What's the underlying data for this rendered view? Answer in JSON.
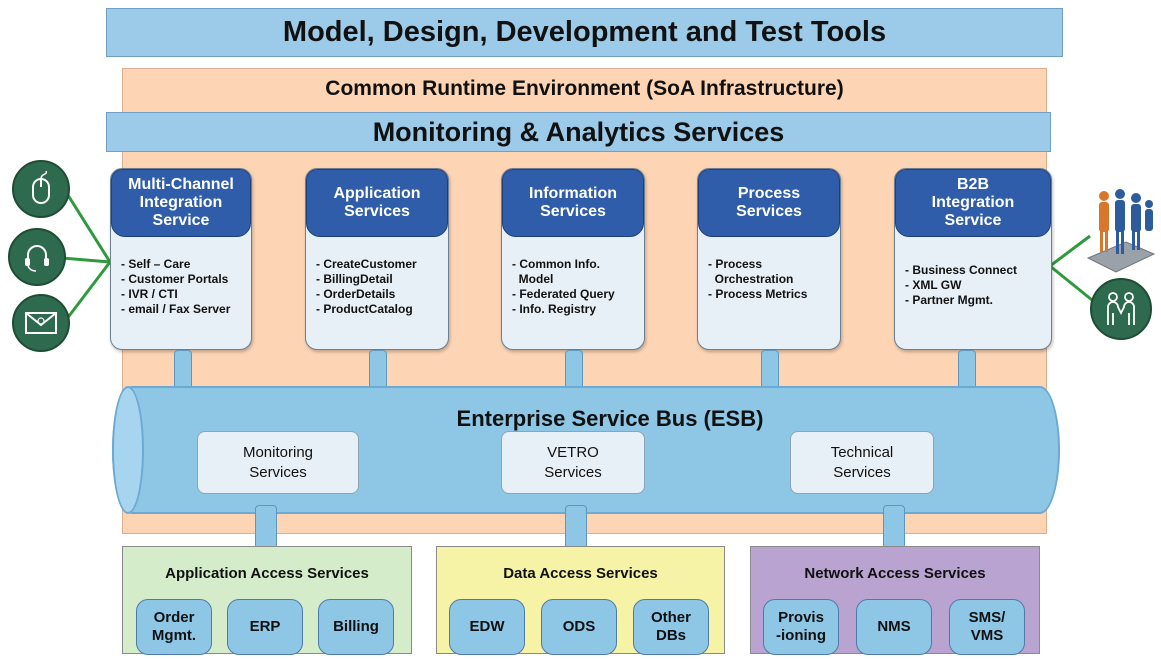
{
  "top": {
    "tools": "Model, Design, Development and Test Tools",
    "runtime": "Common Runtime Environment (SoA Infrastructure)",
    "monitoring": "Monitoring & Analytics Services"
  },
  "services": [
    {
      "title": [
        "Multi-Channel",
        "Integration",
        "Service"
      ],
      "items": [
        "- Self – Care",
        "- Customer Portals",
        "- IVR / CTI",
        "- email / Fax Server"
      ]
    },
    {
      "title": [
        "Application",
        "Services"
      ],
      "items": [
        "- CreateCustomer",
        "- BillingDetail",
        "- OrderDetails",
        "- ProductCatalog"
      ]
    },
    {
      "title": [
        "Information",
        "Services"
      ],
      "items": [
        "- Common Info.",
        "  Model",
        "- Federated Query",
        "- Info. Registry"
      ]
    },
    {
      "title": [
        "Process",
        "Services"
      ],
      "items": [
        "- Process",
        "  Orchestration",
        "- Process Metrics"
      ]
    },
    {
      "title": [
        "B2B",
        "Integration",
        "Service"
      ],
      "items": [
        "- Business Connect",
        "- XML GW",
        "- Partner Mgmt."
      ]
    }
  ],
  "esb": {
    "title": "Enterprise Service Bus (ESB)",
    "services": [
      [
        "Monitoring",
        "Services"
      ],
      [
        "VETRO",
        "Services"
      ],
      [
        "Technical",
        "Services"
      ]
    ]
  },
  "access": [
    {
      "title": "Application Access Services",
      "color": "#d5eccb",
      "items": [
        [
          "Order",
          "Mgmt."
        ],
        [
          "ERP"
        ],
        [
          "Billing"
        ]
      ]
    },
    {
      "title": "Data Access Services",
      "color": "#f6f2a6",
      "items": [
        [
          "EDW"
        ],
        [
          "ODS"
        ],
        [
          "Other",
          "DBs"
        ]
      ]
    },
    {
      "title": "Network Access Services",
      "color": "#b9a3d0",
      "items": [
        [
          "Provis",
          "-ioning"
        ],
        [
          "NMS"
        ],
        [
          "SMS/",
          "VMS"
        ]
      ]
    }
  ],
  "icons": {
    "left": [
      "mouse-icon",
      "headset-icon",
      "envelope-icon"
    ],
    "right": [
      "partners-group-icon",
      "handshake-people-icon"
    ]
  },
  "colors": {
    "blue_band": "#9ccbe9",
    "runtime_bg": "#fdd5b5",
    "card_header": "#2f5daa",
    "esb": "#8ec7e6",
    "icon_green": "#2e6a4d"
  }
}
